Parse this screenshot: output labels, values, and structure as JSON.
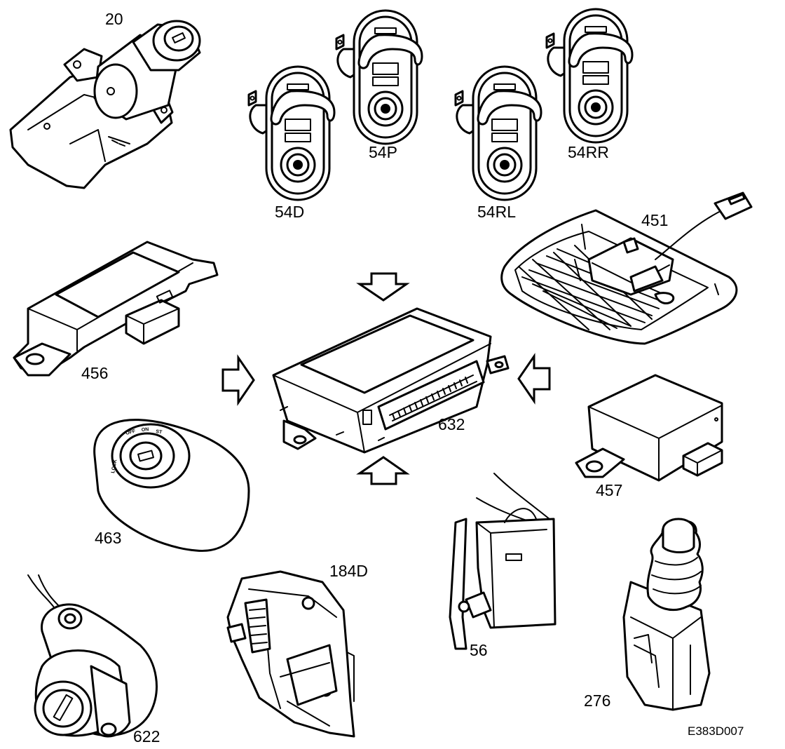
{
  "components": [
    {
      "id": "20",
      "label": "20"
    },
    {
      "id": "54D",
      "label": "54D"
    },
    {
      "id": "54P",
      "label": "54P"
    },
    {
      "id": "54RL",
      "label": "54RL"
    },
    {
      "id": "54RR",
      "label": "54RR"
    },
    {
      "id": "451",
      "label": "451"
    },
    {
      "id": "456",
      "label": "456"
    },
    {
      "id": "632",
      "label": "632"
    },
    {
      "id": "457",
      "label": "457"
    },
    {
      "id": "463",
      "label": "463",
      "markings": [
        "OFF",
        "ON",
        "ST",
        "LOCK"
      ]
    },
    {
      "id": "56",
      "label": "56"
    },
    {
      "id": "184D",
      "label": "184D"
    },
    {
      "id": "276",
      "label": "276"
    },
    {
      "id": "622",
      "label": "622"
    }
  ],
  "diagram_code": "E383D007"
}
